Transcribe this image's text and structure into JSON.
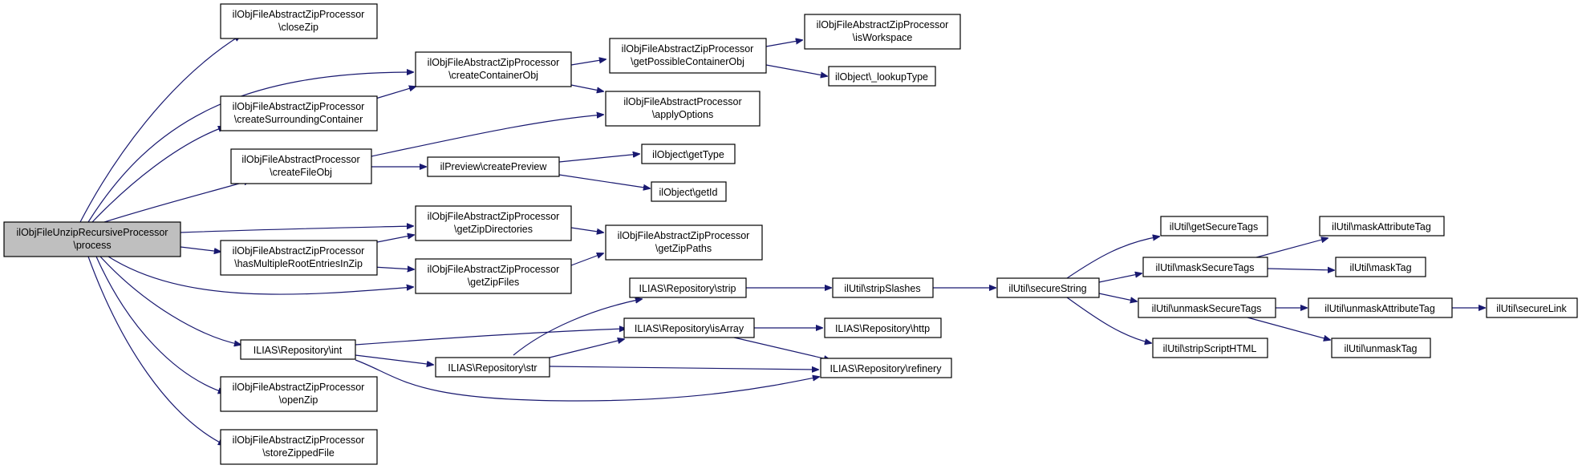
{
  "colors": {
    "edge": "#191970",
    "root_fill": "#bfbfbf",
    "node_fill": "#ffffff",
    "node_border": "#000000"
  },
  "nodes": {
    "root": {
      "lines": [
        "ilObjFileUnzipRecursiveProcessor",
        "\\process"
      ]
    },
    "closeZip": {
      "lines": [
        "ilObjFileAbstractZipProcessor",
        "\\closeZip"
      ]
    },
    "createSurroundingContainer": {
      "lines": [
        "ilObjFileAbstractZipProcessor",
        "\\createSurroundingContainer"
      ]
    },
    "createFileObj": {
      "lines": [
        "ilObjFileAbstractProcessor",
        "\\createFileObj"
      ]
    },
    "hasMultipleRootEntriesInZip": {
      "lines": [
        "ilObjFileAbstractZipProcessor",
        "\\hasMultipleRootEntriesInZip"
      ]
    },
    "repoInt": {
      "lines": [
        "ILIAS\\Repository\\int"
      ]
    },
    "openZip": {
      "lines": [
        "ilObjFileAbstractZipProcessor",
        "\\openZip"
      ]
    },
    "storeZippedFile": {
      "lines": [
        "ilObjFileAbstractZipProcessor",
        "\\storeZippedFile"
      ]
    },
    "createContainerObj": {
      "lines": [
        "ilObjFileAbstractZipProcessor",
        "\\createContainerObj"
      ]
    },
    "getZipDirectories": {
      "lines": [
        "ilObjFileAbstractZipProcessor",
        "\\getZipDirectories"
      ]
    },
    "getZipFiles": {
      "lines": [
        "ilObjFileAbstractZipProcessor",
        "\\getZipFiles"
      ]
    },
    "createPreview": {
      "lines": [
        "ilPreview\\createPreview"
      ]
    },
    "repoStr": {
      "lines": [
        "ILIAS\\Repository\\str"
      ]
    },
    "getPossibleContainerObj": {
      "lines": [
        "ilObjFileAbstractZipProcessor",
        "\\getPossibleContainerObj"
      ]
    },
    "applyOptions": {
      "lines": [
        "ilObjFileAbstractProcessor",
        "\\applyOptions"
      ]
    },
    "getZipPaths": {
      "lines": [
        "ilObjFileAbstractZipProcessor",
        "\\getZipPaths"
      ]
    },
    "repoStrip": {
      "lines": [
        "ILIAS\\Repository\\strip"
      ]
    },
    "repoIsArray": {
      "lines": [
        "ILIAS\\Repository\\isArray"
      ]
    },
    "isWorkspace": {
      "lines": [
        "ilObjFileAbstractZipProcessor",
        "\\isWorkspace"
      ]
    },
    "lookupType": {
      "lines": [
        "ilObject\\_lookupType"
      ]
    },
    "getType": {
      "lines": [
        "ilObject\\getType"
      ]
    },
    "getId": {
      "lines": [
        "ilObject\\getId"
      ]
    },
    "stripSlashes": {
      "lines": [
        "ilUtil\\stripSlashes"
      ]
    },
    "repoHttp": {
      "lines": [
        "ILIAS\\Repository\\http"
      ]
    },
    "repoRefinery": {
      "lines": [
        "ILIAS\\Repository\\refinery"
      ]
    },
    "secureString": {
      "lines": [
        "ilUtil\\secureString"
      ]
    },
    "getSecureTags": {
      "lines": [
        "ilUtil\\getSecureTags"
      ]
    },
    "maskSecureTags": {
      "lines": [
        "ilUtil\\maskSecureTags"
      ]
    },
    "unmaskSecureTags": {
      "lines": [
        "ilUtil\\unmaskSecureTags"
      ]
    },
    "stripScriptHTML": {
      "lines": [
        "ilUtil\\stripScriptHTML"
      ]
    },
    "maskAttributeTag": {
      "lines": [
        "ilUtil\\maskAttributeTag"
      ]
    },
    "maskTag": {
      "lines": [
        "ilUtil\\maskTag"
      ]
    },
    "unmaskAttributeTag": {
      "lines": [
        "ilUtil\\unmaskAttributeTag"
      ]
    },
    "unmaskTag": {
      "lines": [
        "ilUtil\\unmaskTag"
      ]
    },
    "secureLink": {
      "lines": [
        "ilUtil\\secureLink"
      ]
    }
  }
}
